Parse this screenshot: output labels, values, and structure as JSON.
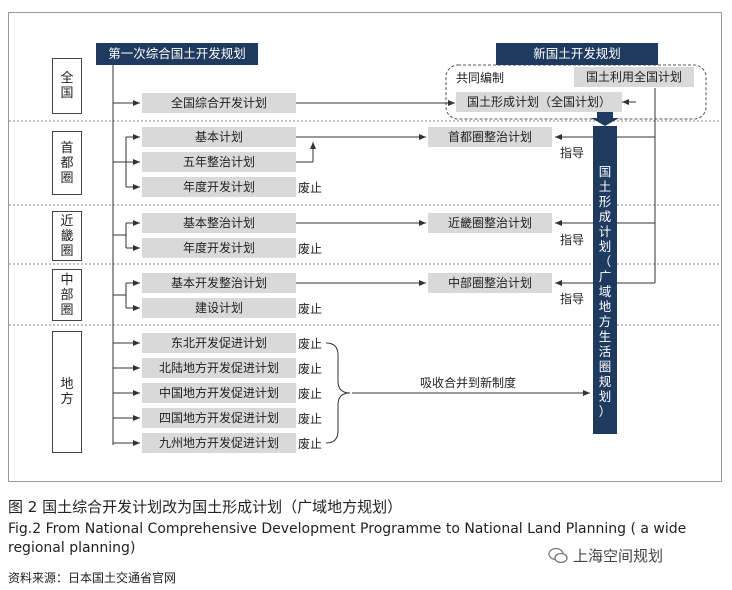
{
  "header": {
    "left_title": "第一次综合国土开发规划",
    "right_title": "新国土开发规划"
  },
  "right_group": {
    "joint": "共同编制",
    "land_use": "国土利用全国计划",
    "formation": "国土形成计划（全国计划）"
  },
  "regions": [
    {
      "chars": [
        "全",
        "国"
      ]
    },
    {
      "chars": [
        "首",
        "都",
        "圈"
      ]
    },
    {
      "chars": [
        "近",
        "畿",
        "圈"
      ]
    },
    {
      "chars": [
        "中",
        "部",
        "圈"
      ]
    },
    {
      "chars": [
        "地",
        "方"
      ]
    }
  ],
  "plans": {
    "national": "全国综合开发计划",
    "capital": [
      "基本计划",
      "五年整治计划",
      "年度开发计划"
    ],
    "kinki": [
      "基本整治计划",
      "年度开发计划"
    ],
    "chubu": [
      "基本开发整治计划",
      "建设计划"
    ],
    "local": [
      "东北开发促进计划",
      "北陆地方开发促进计划",
      "中国地方开发促进计划",
      "四国地方开发促进计划",
      "九州地方开发促进计划"
    ]
  },
  "targets": {
    "capital": "首都圈整治计划",
    "kinki": "近畿圈整治计划",
    "chubu": "中部圈整治计划"
  },
  "labels": {
    "abolished": "废止",
    "guidance": "指导",
    "absorb": "吸收合并到新制度"
  },
  "vertical_box": [
    "国",
    "土",
    "形",
    "成",
    "计",
    "划",
    "（",
    "广",
    "域",
    "地",
    "方",
    "生",
    "活",
    "圈",
    "规",
    "划",
    "）"
  ],
  "caption": {
    "cn": "图 2   国土综合开发计划改为国土形成计划（广域地方规划）",
    "en": "Fig.2  From National Comprehensive Development Programme to National Land Planning ( a wide regional planning)",
    "source": "资料来源：日本国土交通省官网"
  },
  "watermark": "上海空间规划",
  "colors": {
    "navy": "#1f3a5f",
    "gray_box": "#d9d9d9"
  }
}
